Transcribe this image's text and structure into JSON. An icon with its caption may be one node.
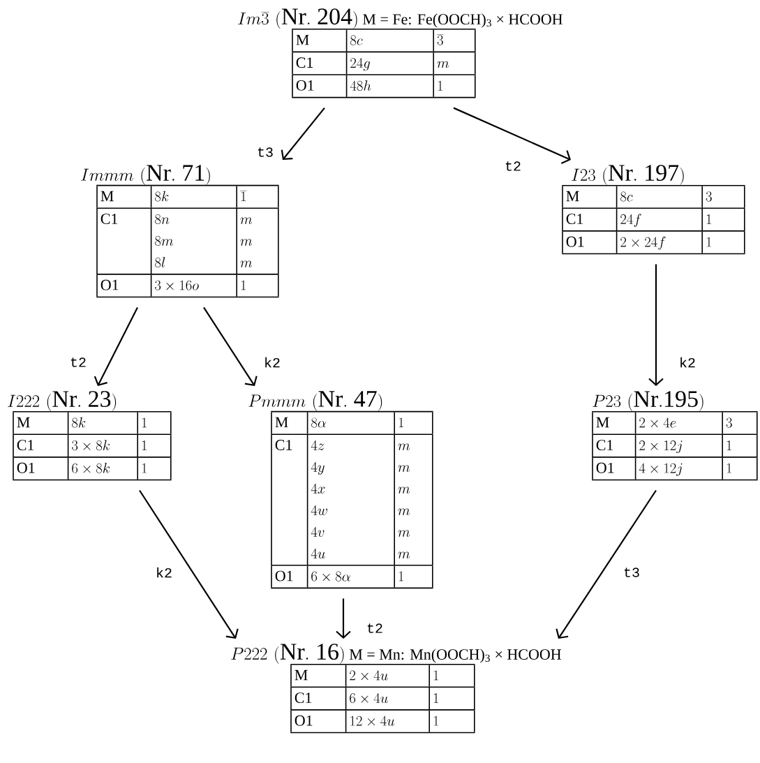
{
  "diagram": {
    "nodes": [
      {
        "text": [
          "Im\\overline{3}\\ (\\mathrm{Nr.\\ 204})",
          "M = Fe: Fe(OOCH)$_{3}$ × HCOOH",
          "M",
          "8c",
          "\\overline{3}",
          "C1",
          "24g",
          "m",
          "O1",
          "48h",
          "1"
        ]
      },
      {
        "text": [
          "Immm\\ (\\mathrm{Nr.\\ 71})",
          "M",
          "8k",
          "\\overline{1}",
          "C1",
          "8n",
          "m",
          "8m",
          "m",
          "8l",
          "m",
          "O1",
          "3\\times 16o",
          "1"
        ]
      },
      {
        "text": [
          "I23\\ (\\mathrm{Nr.\\ 197})",
          "M",
          "8c",
          "3",
          "C1",
          "24f",
          "1",
          "O1",
          "2\\times 24f",
          "1"
        ]
      },
      {
        "text": [
          "I222\\ (\\mathrm{Nr.\\ 23})",
          "M",
          "8k",
          "1",
          "C1",
          "3 \\times 8k",
          "1",
          "O1",
          "6 \\times 8k",
          "1"
        ]
      },
      {
        "text": [
          "Pmmm\\ (\\mathrm{Nr.\\ 47})",
          "M",
          "8\\alpha",
          "1",
          "C1",
          "4z",
          "m",
          "4y",
          "m",
          "4x",
          "m",
          "4w",
          "m",
          "4v",
          "m",
          "4u",
          "m",
          "O1",
          "6\\times 8\\alpha",
          "1"
        ]
      },
      {
        "text": [
          "P23\\ (\\mathrm{Nr.195})",
          "M",
          "2 \\times 4e",
          "3",
          "C1",
          "2\\times 12j",
          "1",
          "O1",
          "4\\times 12j",
          "1"
        ]
      },
      {
        "text": [
          "P222\\ (\\mathrm{Nr.\\ 16})",
          "M = Mn: Mn(OOCH)$_{3}$ × HCOOH",
          "M",
          "2 \\times 4u",
          "1",
          "C1",
          "6 \\times 4u",
          "1",
          "O1",
          "12\\times 4u",
          "1"
        ]
      }
    ],
    "edges": [
      {
        "from": 0,
        "to": 1,
        "arrow": "to",
        "label": "t3"
      },
      {
        "from": 0,
        "to": 2,
        "arrow": "to",
        "label": "t2"
      },
      {
        "from": 1,
        "to": 3,
        "arrow": "to",
        "label": "t2"
      },
      {
        "from": 1,
        "to": 4,
        "arrow": "to",
        "label": "k2"
      },
      {
        "from": 2,
        "to": 5,
        "arrow": "to",
        "label": "k2"
      },
      {
        "from": 3,
        "to": 6,
        "arrow": "to",
        "label": "k2"
      },
      {
        "from": 4,
        "to": 6,
        "arrow": "to",
        "label": "t2"
      },
      {
        "from": 5,
        "to": 6,
        "arrow": "to",
        "label": "t3"
      }
    ]
  }
}
